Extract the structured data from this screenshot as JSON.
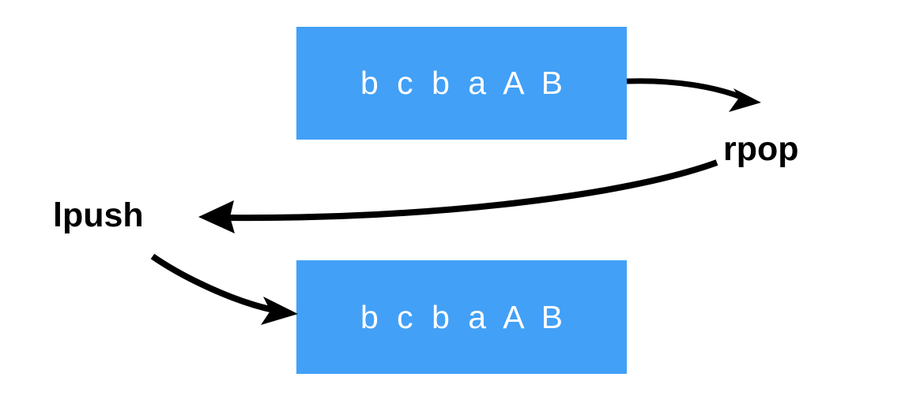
{
  "diagram": {
    "title": "redis-list-rpoplpush",
    "background_color": "#ffffff",
    "box_fill_color": "#42a0f7",
    "box_text_color": "#ffffff",
    "arrow_color": "#000000",
    "label_text_color": "#000000",
    "boxes": [
      {
        "id": "top",
        "name": "source-list-box",
        "label": "b c b a A B",
        "elements": [
          "b",
          "c",
          "b",
          "a",
          "A",
          "B"
        ]
      },
      {
        "id": "bottom",
        "name": "destination-list-box",
        "label": "b c b a A B",
        "elements": [
          "b",
          "c",
          "b",
          "a",
          "A",
          "B"
        ]
      }
    ],
    "operations": [
      {
        "id": "rpop",
        "label": "rpop",
        "from": "source-list-box",
        "to": "rpop-label"
      },
      {
        "id": "lpush",
        "label": "lpush",
        "from": "rpop-label",
        "to": "destination-list-box"
      }
    ],
    "arrows": [
      {
        "name": "rpop-arrow",
        "description": "curves right and down from right edge of top box to rpop label"
      },
      {
        "name": "transfer-arrow",
        "description": "long curve from rpop label leftward to lpush label"
      },
      {
        "name": "lpush-arrow",
        "description": "curves down and right from lpush label to left edge of bottom box"
      }
    ]
  }
}
